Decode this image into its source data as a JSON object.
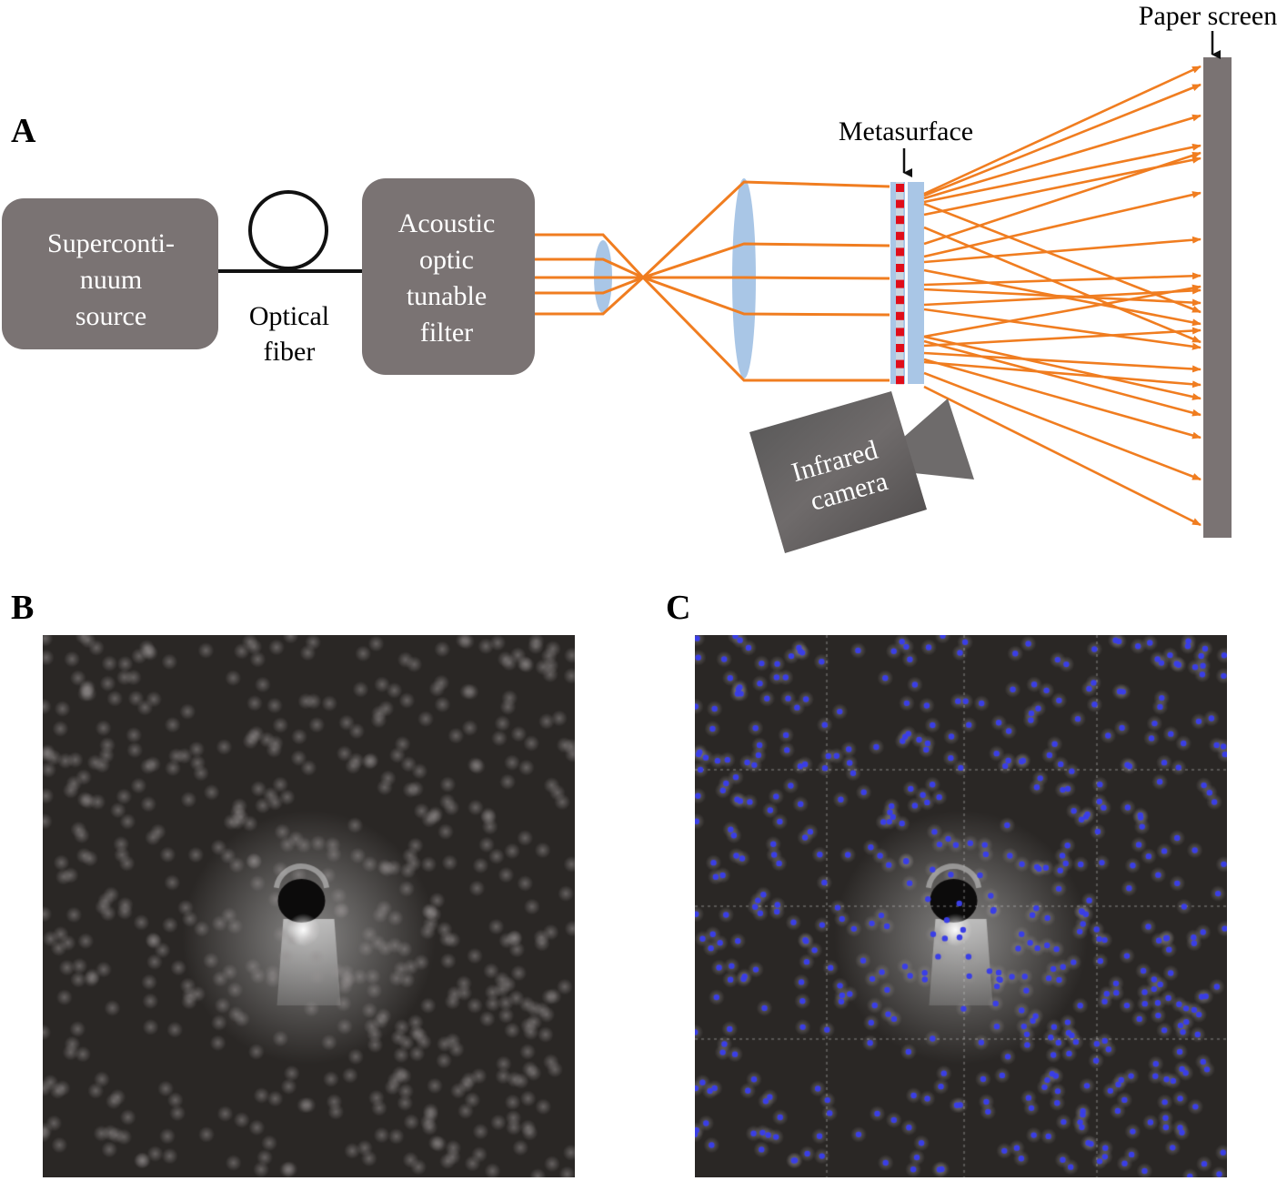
{
  "figure": {
    "panels": {
      "a": {
        "label": "A",
        "components": {
          "source": {
            "lines": [
              "Superconti-",
              "nuum",
              "source"
            ]
          },
          "fiber": {
            "lines": [
              "Optical",
              "fiber"
            ]
          },
          "filter": {
            "lines": [
              "Acoustic",
              "optic",
              "tunable",
              "filter"
            ]
          },
          "metasurface": {
            "label": "Metasurface"
          },
          "screen": {
            "label": "Paper screen"
          },
          "camera": {
            "lines": [
              "Infrared",
              "camera"
            ]
          }
        }
      },
      "b": {
        "label": "B",
        "description": "infrared camera image of projected spot pattern"
      },
      "c": {
        "label": "C",
        "description": "spot pattern with detected spot centers overlaid and dashed grid"
      }
    },
    "colors": {
      "box": "#7a7373",
      "beam": "#f07d20",
      "lens": "#a9c6e6",
      "metasurface_pixel": "#e00d1a",
      "screen": "#7a7373",
      "spot_marker": "#3a3ee6",
      "image_bg": "#2a2725"
    }
  }
}
